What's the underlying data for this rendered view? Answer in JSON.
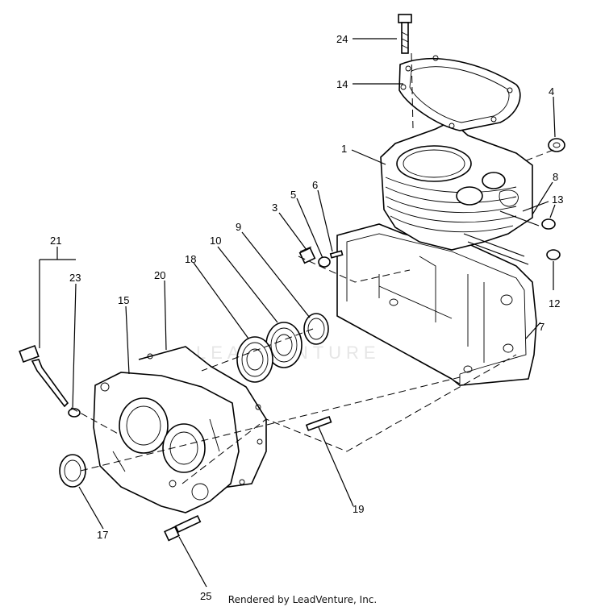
{
  "watermark": "LEADVENTURE",
  "footer": "Rendered by LeadVenture, Inc.",
  "callouts": {
    "c1": "1",
    "c3": "3",
    "c4": "4",
    "c5": "5",
    "c6": "6",
    "c7": "7",
    "c8": "8",
    "c9": "9",
    "c10": "10",
    "c12": "12",
    "c13": "13",
    "c14": "14",
    "c15": "15",
    "c17": "17",
    "c18": "18",
    "c19": "19",
    "c20": "20",
    "c21": "21",
    "c23": "23",
    "c24": "24",
    "c25": "25"
  }
}
